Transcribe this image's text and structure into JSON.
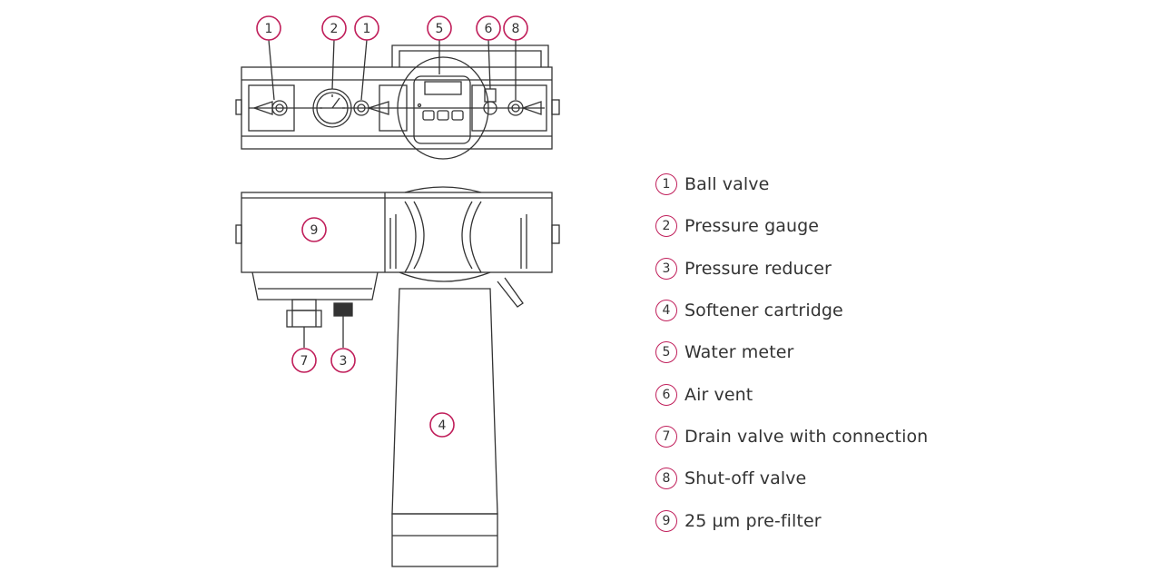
{
  "callouts": {
    "top_ball_valve_left": "1",
    "top_pressure_gauge": "2",
    "top_ball_valve_right": "1",
    "top_water_meter": "5",
    "top_air_vent": "6",
    "top_shutoff_valve": "8",
    "side_prefilter": "9",
    "side_drain_valve": "7",
    "side_pressure_reducer": "3",
    "side_cartridge": "4"
  },
  "legend": [
    {
      "number": "1",
      "label": "Ball valve"
    },
    {
      "number": "2",
      "label": "Pressure gauge"
    },
    {
      "number": "3",
      "label": "Pressure reducer"
    },
    {
      "number": "4",
      "label": "Softener cartridge"
    },
    {
      "number": "5",
      "label": "Water meter"
    },
    {
      "number": "6",
      "label": "Air vent"
    },
    {
      "number": "7",
      "label": "Drain valve with connection"
    },
    {
      "number": "8",
      "label": "Shut-off valve"
    },
    {
      "number": "9",
      "label": " 25 µm pre-filter"
    }
  ],
  "colors": {
    "callout_ring": "#c01e5a",
    "line_art": "#333333"
  }
}
